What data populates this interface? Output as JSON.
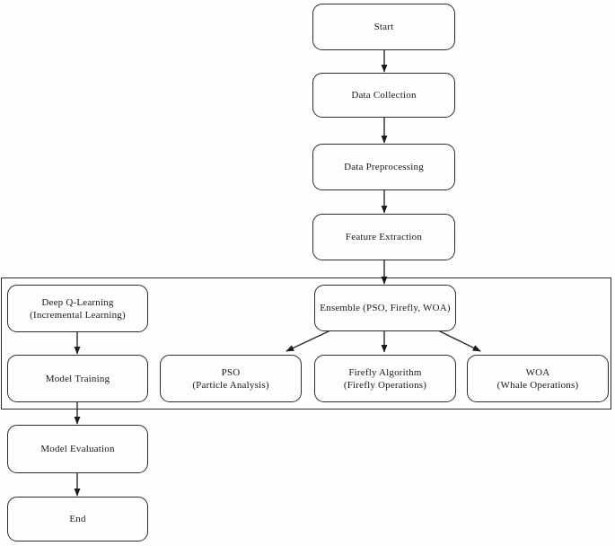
{
  "diagram": {
    "type": "flowchart",
    "colors": {
      "line": "#2b2b2b",
      "node_background": "#fdfdfd",
      "text": "#1a1a1a"
    },
    "nodes": {
      "start": {
        "label": "Start"
      },
      "data_collection": {
        "label": "Data Collection"
      },
      "data_preprocessing": {
        "label": "Data Preprocessing"
      },
      "feature_extraction": {
        "label": "Feature Extraction"
      },
      "deep_q_learning": {
        "line1": "Deep Q-Learning",
        "line2": "(Incremental Learning)"
      },
      "ensemble": {
        "label": "Ensemble (PSO, Firefly, WOA)"
      },
      "model_training": {
        "label": "Model Training"
      },
      "pso": {
        "line1": "PSO",
        "line2": "(Particle Analysis)"
      },
      "firefly": {
        "line1": "Firefly Algorithm",
        "line2": "(Firefly Operations)"
      },
      "woa": {
        "line1": "WOA",
        "line2": "(Whale Operations)"
      },
      "model_evaluation": {
        "label": "Model Evaluation"
      },
      "end": {
        "label": "End"
      }
    },
    "edges": [
      "start->data_collection",
      "data_collection->data_preprocessing",
      "data_preprocessing->feature_extraction",
      "feature_extraction->ensemble",
      "deep_q_learning->model_training",
      "model_training->model_evaluation",
      "model_evaluation->end",
      "ensemble->pso",
      "ensemble->firefly",
      "ensemble->woa"
    ]
  }
}
